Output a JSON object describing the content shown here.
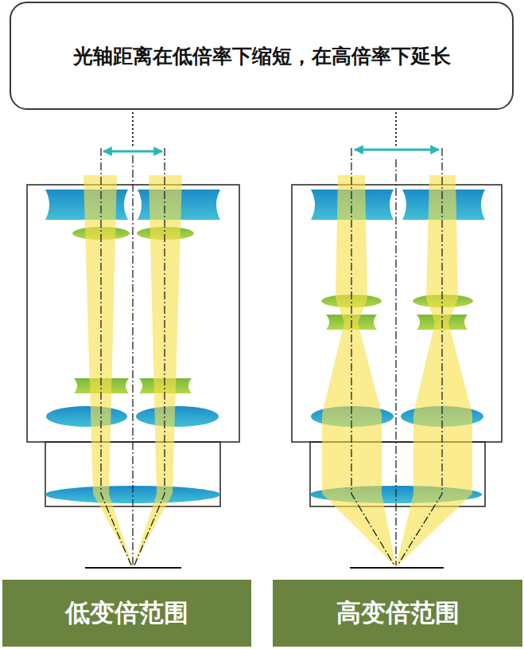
{
  "diagram": {
    "nodes": [
      {
        "text": [
          "光轴距离在低倍率下缩短，在高倍率下延长"
        ]
      },
      {
        "text": [
          "低变倍范围"
        ]
      },
      {
        "text": [
          "高变倍范围"
        ]
      }
    ]
  }
}
